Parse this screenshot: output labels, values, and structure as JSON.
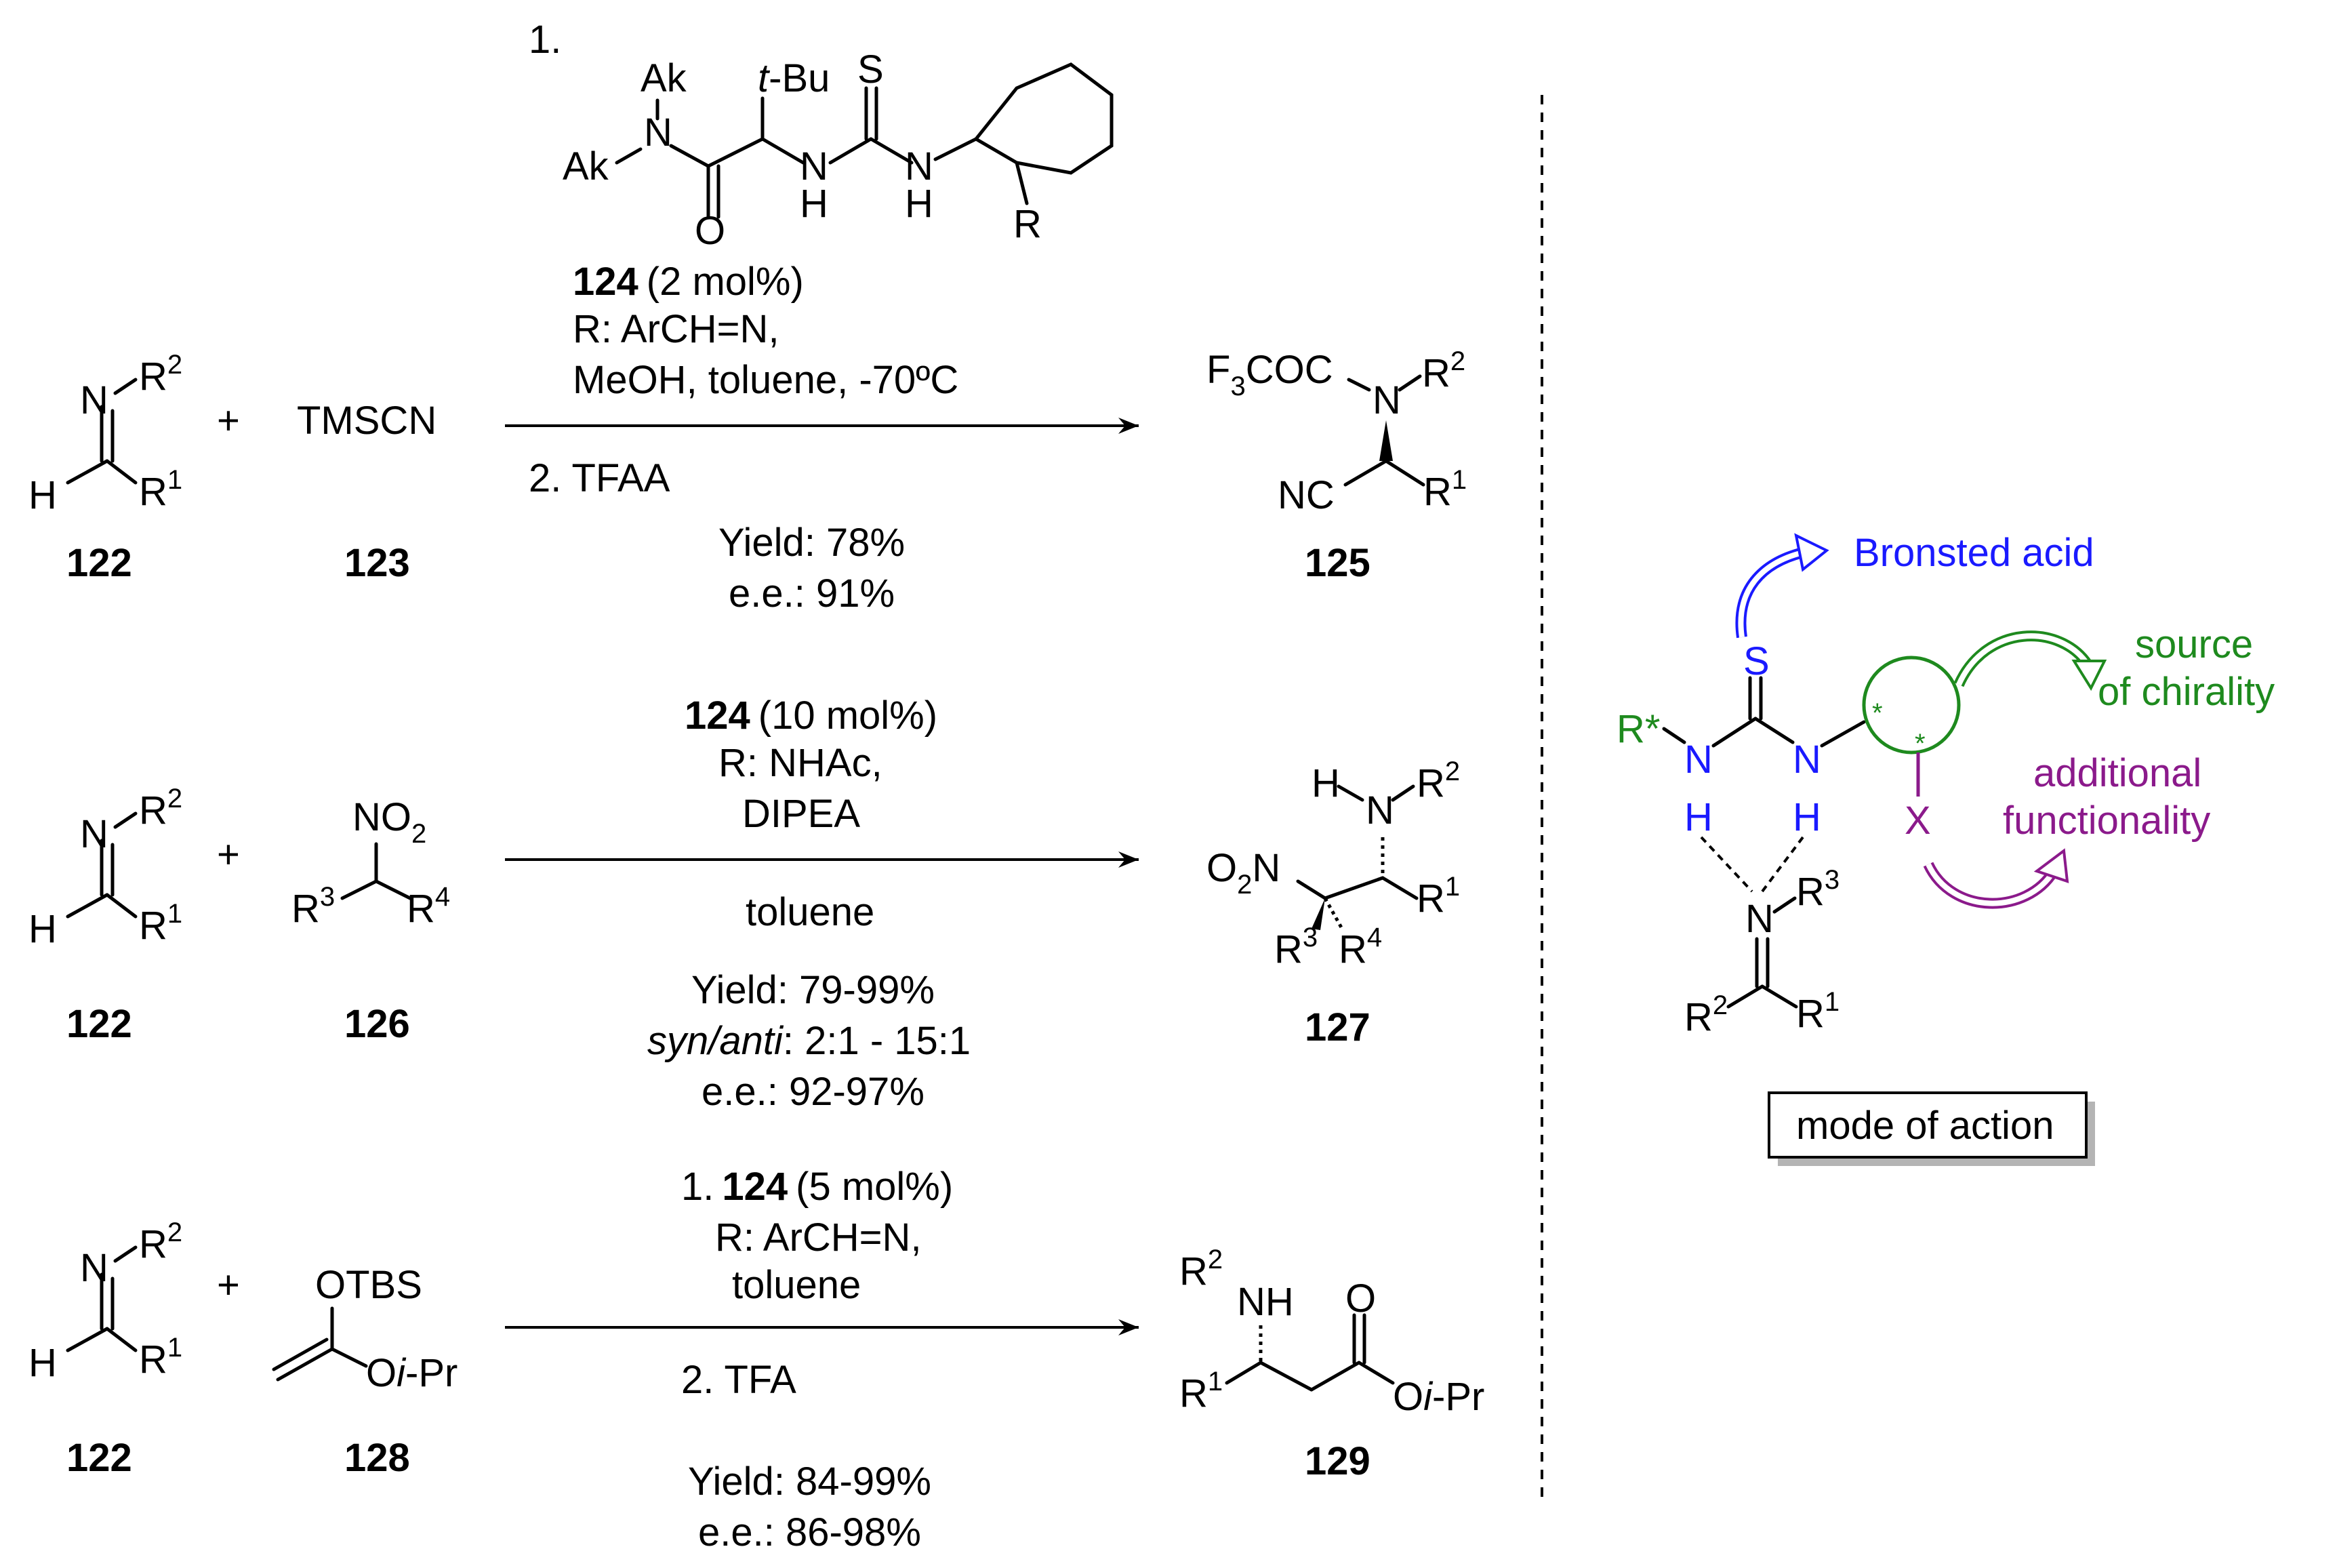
{
  "reaction1": {
    "step1_number": "1.",
    "catalyst_groups": {
      "ak_top": "Ak",
      "ak_left": "Ak",
      "n": "N",
      "tbu_t": "t",
      "tbu_rest": "-Bu",
      "s": "S",
      "o": "O",
      "nh1_n": "N",
      "nh1_h": "H",
      "nh2_n": "N",
      "nh2_h": "H",
      "r": "R"
    },
    "catalyst_id": "124",
    "catalyst_loading": "(2 mol%)",
    "r_group": "R: ArCH=N,",
    "conditions": "MeOH, toluene, -70ºC",
    "step2": "2. TFAA",
    "yield": "Yield: 78%",
    "ee": "e.e.: 91%",
    "reactant_imine_id": "122",
    "reactant2": "TMSCN",
    "reactant2_id": "123",
    "product_id": "125",
    "product_groups": {
      "acyl": "F",
      "acyl_sub": "3",
      "acyl_rest": "COC",
      "n": "N",
      "r2": "R",
      "r2_sup": "2",
      "nc": "NC",
      "r1": "R",
      "r1_sup": "1"
    }
  },
  "reaction2": {
    "catalyst_id": "124",
    "catalyst_loading": "(10 mol%)",
    "r_group": "R: NHAc,",
    "base": "DIPEA",
    "solvent": "toluene",
    "yield": "Yield: 79-99%",
    "dr_label": "syn/anti",
    "dr_value": ": 2:1 - 15:1",
    "ee": "e.e.: 92-97%",
    "reactant_imine_id": "122",
    "reactant2_id": "126",
    "reactant2_groups": {
      "no2": "NO",
      "no2_sub": "2",
      "r3": "R",
      "r3_sup": "3",
      "r4": "R",
      "r4_sup": "4"
    },
    "product_id": "127",
    "product_groups": {
      "h": "H",
      "n": "N",
      "r2": "R",
      "r2_sup": "2",
      "o2n": "O",
      "o2n_sub": "2",
      "o2n_rest": "N",
      "r1": "R",
      "r1_sup": "1",
      "r3": "R",
      "r3_sup": "3",
      "r4": "R",
      "r4_sup": "4"
    }
  },
  "reaction3": {
    "step1_prefix": "1.",
    "catalyst_id": "124",
    "catalyst_loading": "(5 mol%)",
    "r_group": "R: ArCH=N,",
    "solvent": "toluene",
    "step2": "2. TFA",
    "yield": "Yield: 84-99%",
    "ee": "e.e.: 86-98%",
    "reactant_imine_id": "122",
    "reactant2_id": "128",
    "reactant2_groups": {
      "otbs": "OTBS",
      "o": "O",
      "ipr_i": "i",
      "ipr_rest": "-Pr"
    },
    "product_id": "129",
    "product_groups": {
      "r2": "R",
      "r2_sup": "2",
      "nh": "NH",
      "o_top": "O",
      "r1": "R",
      "r1_sup": "1",
      "o": "O",
      "ipr_i": "i",
      "ipr_rest": "-Pr"
    }
  },
  "imine_groups": {
    "n": "N",
    "r2": "R",
    "r2_sup": "2",
    "h": "H",
    "r1": "R",
    "r1_sup": "1"
  },
  "plus": "+",
  "mode_of_action": {
    "bronsted": "Bronsted acid",
    "chirality_line1": "source",
    "chirality_line2": "of chirality",
    "functionality_line1": "additional",
    "functionality_line2": "functionality",
    "box_label": "mode of action",
    "groups": {
      "rstar": "R*",
      "n1": "N",
      "h1": "H",
      "n2": "N",
      "h2": "H",
      "s": "S",
      "x": "X",
      "star": "*",
      "n3": "N",
      "r3": "R",
      "r3_sup": "3",
      "r2": "R",
      "r2_sup": "2",
      "r1": "R",
      "r1_sup": "1"
    }
  },
  "colors": {
    "bronsted": "#1a1aff",
    "chirality": "#1e8a1e",
    "functionality": "#8b1a8b"
  }
}
